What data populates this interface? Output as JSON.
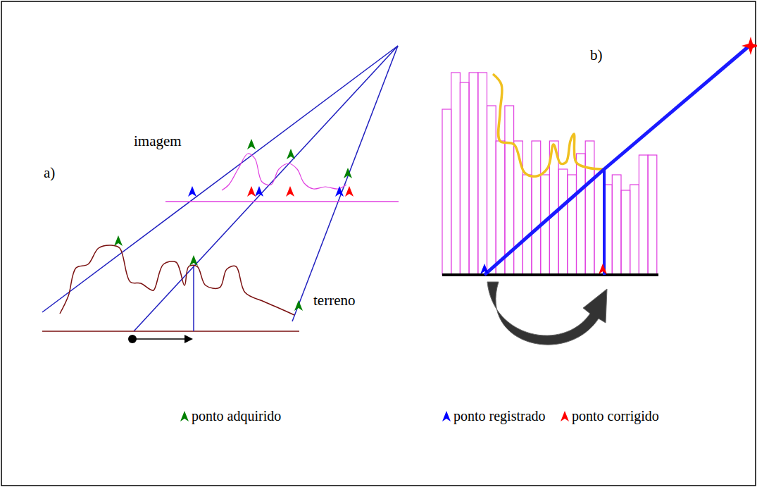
{
  "diagram": {
    "labels": [
      "a)",
      "imagem",
      "terreno",
      "b)"
    ],
    "legend": [
      {
        "text": "ponto adquirido",
        "color": "#008000"
      },
      {
        "text": "ponto registrado",
        "color": "#0000ff"
      },
      {
        "text": "ponto corrigido",
        "color": "#ff0000"
      }
    ]
  }
}
